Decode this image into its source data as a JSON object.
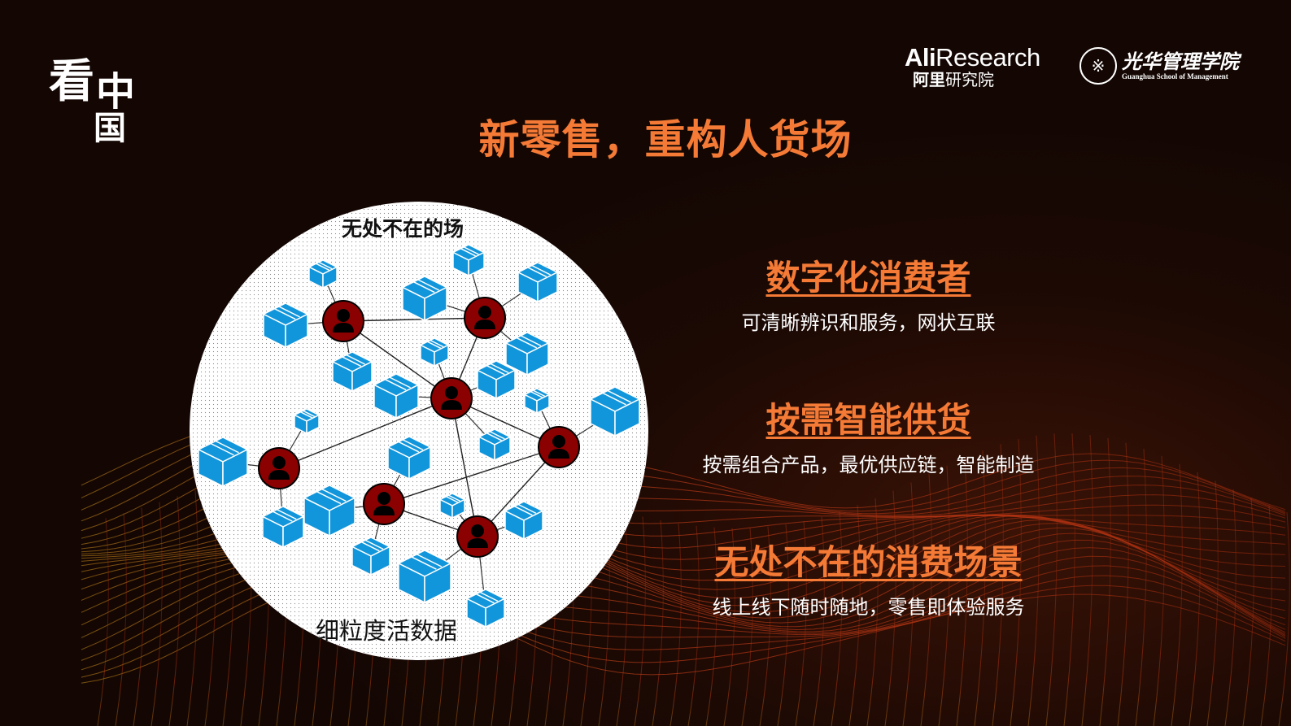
{
  "slide": {
    "logo_left": "看中国",
    "logo_aliresearch": {
      "en_bold": "Ali",
      "en_rest": "Research",
      "cn_bold": "阿里",
      "cn_rest": "研究院"
    },
    "logo_guanghua": {
      "cn": "光华管理学院",
      "en": "Guanghua School of Management"
    },
    "title": "新零售，重构人货场",
    "diagram": {
      "top_label": "无处不在的场",
      "bottom_label": "细粒度活数据",
      "node_icon": "person-icon",
      "item_icon": "box-icon",
      "colors": {
        "node": "#8b0000",
        "box": "#1296db",
        "circle": "#ffffff"
      }
    },
    "sections": [
      {
        "heading": "数字化消费者",
        "text": "可清晰辨识和服务，网状互联"
      },
      {
        "heading": "按需智能供货",
        "text": "按需组合产品，最优供应链，智能制造"
      },
      {
        "heading": "无处不在的消费场景",
        "text": "线上线下随时随地，零售即体验服务"
      }
    ],
    "accent_color": "#f47a36"
  }
}
